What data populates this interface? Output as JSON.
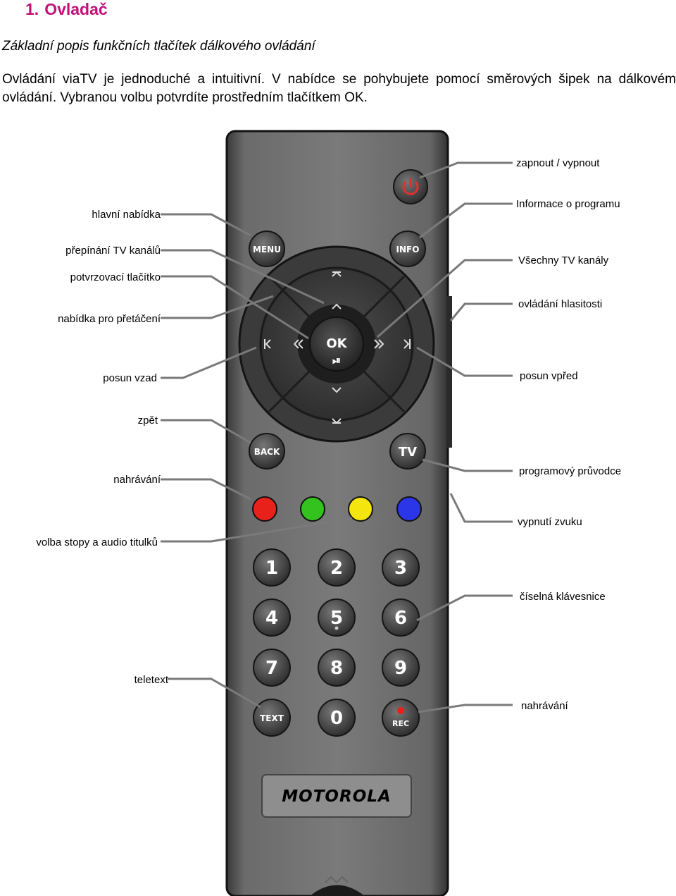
{
  "heading": {
    "number": "1.",
    "title": "Ovladač"
  },
  "subtitle": "Základní popis funkčních tlačítek dálkového ovládání",
  "intro": "Ovládání viaTV je jednoduché a intuitivní. V nabídce se pohybujete pomocí směrových šipek na dálkovém ovládání. Vybranou volbu potvrdíte prostředním tlačítkem OK.",
  "labels": {
    "power": "zapnout / vypnout",
    "info": "Informace o programu",
    "menu": "hlavní nabídka",
    "channels": "přepínání TV kanálů",
    "confirm": "potvrzovací tlačítko",
    "all_channels": "Všechny TV kanály",
    "volume": "ovládání hlasitosti",
    "playback": "nabídka pro přetáčení",
    "rewind": "posun vzad",
    "forward": "posun vpřed",
    "back": "zpět",
    "recording_top": "nahrávání",
    "guide": "programový průvodce",
    "mute": "vypnutí zvuku",
    "audio_subtitles": "volba stopy a audio titulků",
    "numpad": "číselná klávesnice",
    "teletext": "teletext",
    "recording_bottom": "nahrávání"
  },
  "remote": {
    "brand": "MOTOROLA",
    "buttons": {
      "menu": "MENU",
      "info": "INFO",
      "ok": "OK",
      "play_pause": "⏯",
      "back": "BACK",
      "tv": "TV",
      "text": "TEXT",
      "rec": "REC"
    },
    "digits": [
      "1",
      "2",
      "3",
      "4",
      "5",
      "6",
      "7",
      "8",
      "9",
      "0"
    ],
    "colors": {
      "red": "#e8211b",
      "green": "#34c21f",
      "yellow": "#f4e50f",
      "blue": "#2a36e8",
      "accent": "#c0117a"
    }
  }
}
